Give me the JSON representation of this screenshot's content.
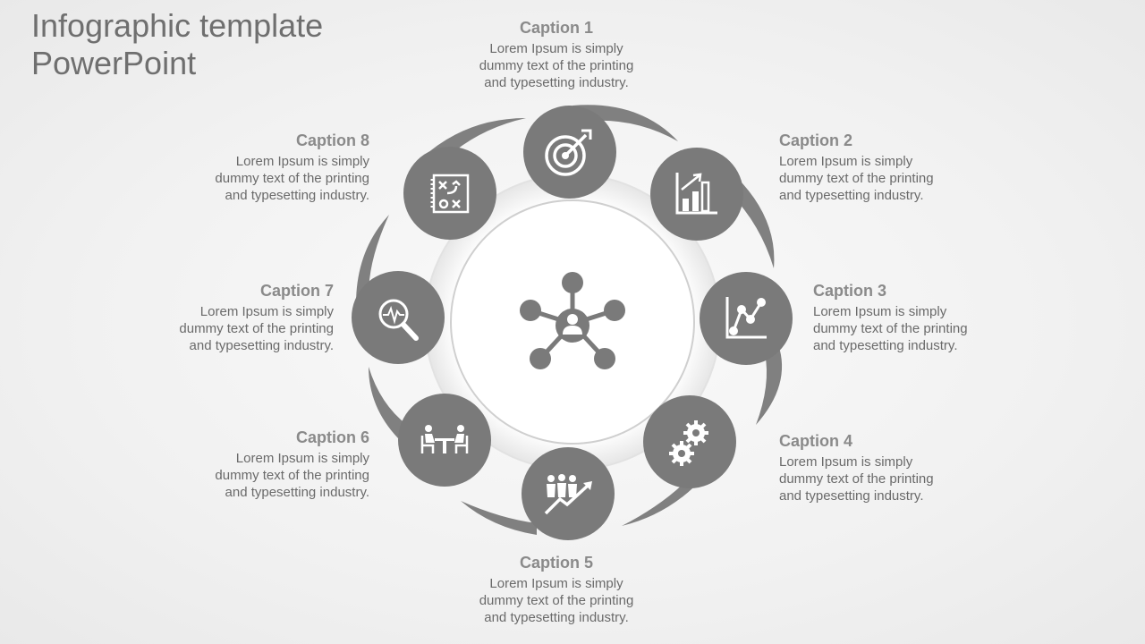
{
  "title": {
    "line1": "Infographic template",
    "line2": "PowerPoint"
  },
  "colors": {
    "node": "#7a7a7a",
    "swoosh": "#7f7f7f",
    "center_fill": "#ffffff",
    "ring": "#d8d8d8",
    "text": "#6a6a6a"
  },
  "center": {
    "icon": "network-hub-icon"
  },
  "nodes": [
    {
      "icon": "target-icon"
    },
    {
      "icon": "bar-chart-icon"
    },
    {
      "icon": "line-chart-icon"
    },
    {
      "icon": "gears-icon"
    },
    {
      "icon": "team-growth-icon"
    },
    {
      "icon": "meeting-table-icon"
    },
    {
      "icon": "magnifier-pulse-icon"
    },
    {
      "icon": "strategy-board-icon"
    }
  ],
  "captions": [
    {
      "title": "Caption 1",
      "body": "Lorem Ipsum  is simply dummy  text of the printing and typesetting  industry."
    },
    {
      "title": "Caption 2",
      "body": "Lorem Ipsum  is simply dummy  text of the printing and typesetting  industry."
    },
    {
      "title": "Caption 3",
      "body": "Lorem Ipsum  is simply dummy  text of the printing and typesetting  industry."
    },
    {
      "title": "Caption 4",
      "body": "Lorem Ipsum  is simply dummy  text of the printing and typesetting  industry."
    },
    {
      "title": "Caption 5",
      "body": "Lorem Ipsum  is simply dummy  text of the printing and typesetting  industry."
    },
    {
      "title": "Caption 6",
      "body": "Lorem Ipsum  is simply dummy  text of the printing and typesetting  industry."
    },
    {
      "title": "Caption 7",
      "body": "Lorem Ipsum  is simply dummy  text of the printing and typesetting  industry."
    },
    {
      "title": "Caption 8",
      "body": "Lorem Ipsum  is simply dummy  text of the printing and typesetting  industry."
    }
  ]
}
